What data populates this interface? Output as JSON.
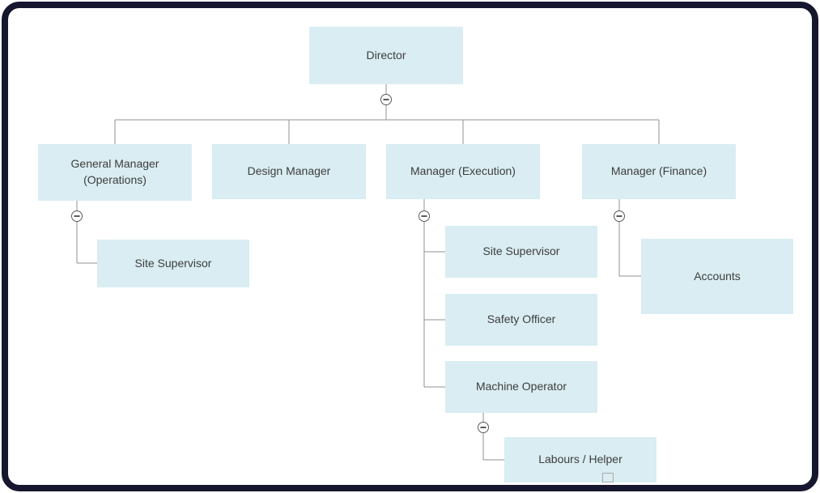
{
  "colors": {
    "canvas_bg": "#ffffff",
    "frame": "#16162e",
    "node_fill": "#d9edf2",
    "node_text": "#3d3d3d",
    "connector": "#909090"
  },
  "nodes": {
    "director": "Director",
    "gm_operations": "General Manager (Operations)",
    "design_manager": "Design Manager",
    "manager_execution": "Manager (Execution)",
    "manager_finance": "Manager (Finance)",
    "site_supervisor_ops": "Site Supervisor",
    "site_supervisor_exec": "Site Supervisor",
    "safety_officer": "Safety Officer",
    "machine_operator": "Machine Operator",
    "labours_helper": "Labours / Helper",
    "accounts": "Accounts"
  },
  "hierarchy": {
    "director": [
      "gm_operations",
      "design_manager",
      "manager_execution",
      "manager_finance"
    ],
    "gm_operations": [
      "site_supervisor_ops"
    ],
    "manager_execution": [
      "site_supervisor_exec",
      "safety_officer",
      "machine_operator"
    ],
    "machine_operator": [
      "labours_helper"
    ],
    "manager_finance": [
      "accounts"
    ]
  }
}
